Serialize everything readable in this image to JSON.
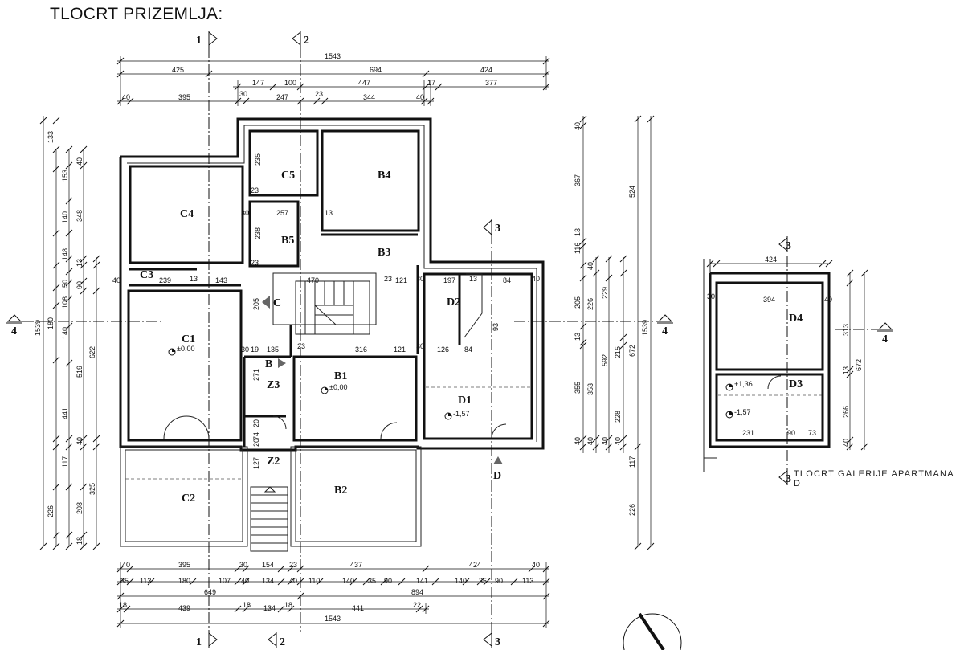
{
  "title": "TLOCRT PRIZEMLJA:",
  "caption": "TLOCRT GALERIJE APARTMANA D",
  "rooms": {
    "c1": "C1",
    "c2": "C2",
    "c3": "C3",
    "c4": "C4",
    "c5": "C5",
    "b1": "B1",
    "b2": "B2",
    "b3": "B3",
    "b4": "B4",
    "b5": "B5",
    "d1": "D1",
    "d2": "D2",
    "d3": "D3",
    "d4": "D4",
    "z2": "Z2",
    "z3": "Z3"
  },
  "levels": {
    "c1": "±0,00",
    "b1": "±0,00",
    "d1": "-1,57",
    "d3_up": "+1,36",
    "d3_down": "-1,57"
  },
  "sections": {
    "s1": "1",
    "s2": "2",
    "s3": "3",
    "s4": "4",
    "sB": "B",
    "sC": "C",
    "sD": "D"
  },
  "dims": {
    "top_total": "1543",
    "top_r2": [
      "425",
      "694",
      "424"
    ],
    "top_r3": [
      "147",
      "100",
      "447",
      "17",
      "377"
    ],
    "top_r4": [
      "40",
      "395",
      "30",
      "247",
      "23",
      "344",
      "40"
    ],
    "bot_r1": [
      "40",
      "395",
      "30",
      "154",
      "23",
      "437",
      "424",
      "40"
    ],
    "bot_r2": [
      "35",
      "113",
      "180",
      "107",
      "40",
      "134",
      "40",
      "110",
      "140",
      "35",
      "90",
      "141",
      "140",
      "35",
      "90",
      "113"
    ],
    "bot_r3": [
      "649",
      "894"
    ],
    "bot_r4": [
      "18",
      "439",
      "18",
      "134",
      "18",
      "441",
      "22"
    ],
    "bot_total": "1543",
    "left_outer": "1539",
    "left_a": [
      "133",
      "153",
      "140",
      "148",
      "108",
      "140",
      "441",
      "117",
      "226"
    ],
    "left_b": [
      "180",
      "519"
    ],
    "left_c": [
      "40",
      "348",
      "13",
      "50",
      "90",
      "622",
      "40",
      "208",
      "18"
    ],
    "left_d": [
      "325"
    ],
    "right_a": [
      "40",
      "367",
      "13",
      "116",
      "205",
      "13",
      "355",
      "40",
      "40"
    ],
    "right_b": [
      "524",
      "229",
      "672",
      "117",
      "226"
    ],
    "right_c": [
      "40",
      "226",
      "592",
      "353",
      "40"
    ],
    "right_d": [
      "215",
      "228",
      "40"
    ],
    "right_e": [
      "1539"
    ],
    "interior": [
      "235",
      "23",
      "30",
      "257",
      "13",
      "238",
      "23",
      "40",
      "239",
      "13",
      "143",
      "470",
      "23",
      "121",
      "30",
      "197",
      "13",
      "84",
      "40",
      "205",
      "30",
      "19",
      "135",
      "23",
      "316",
      "121",
      "30",
      "126",
      "84",
      "271",
      "93",
      "20",
      "74",
      "20",
      "127"
    ],
    "gal_top": "424",
    "gal_in": [
      "30",
      "394",
      "40",
      "231",
      "90",
      "73"
    ],
    "gal_right": [
      "313",
      "672",
      "266",
      "13",
      "40"
    ]
  }
}
